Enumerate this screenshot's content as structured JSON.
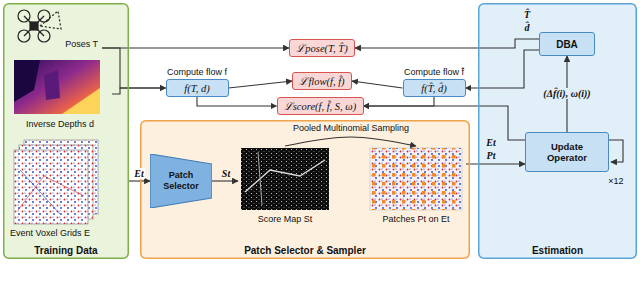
{
  "diagram": {
    "nodes": [
      {
        "text": [
          "Training Data"
        ]
      },
      {
        "text": [
          "Poses T"
        ],
        "in": 0
      },
      {
        "text": [
          "Inverse Depths d"
        ],
        "in": 0
      },
      {
        "text": [
          "Event Voxel Grids E"
        ],
        "in": 0
      },
      {
        "text": [
          "ℒpose(T, T̂)"
        ]
      },
      {
        "text": [
          "Compute flow f",
          "f(T, d)"
        ]
      },
      {
        "text": [
          "ℒflow(f, f̂)"
        ]
      },
      {
        "text": [
          "Compute flow f̂",
          "f(T̂, d̂)"
        ]
      },
      {
        "text": [
          "ℒscore(f, f̂, S, ω)"
        ]
      },
      {
        "text": [
          "Patch Selector & Sampler"
        ]
      },
      {
        "text": [
          "Patch Selector"
        ],
        "in": 9
      },
      {
        "text": [
          "Score Map St"
        ],
        "in": 9
      },
      {
        "text": [
          "Patches Pt on Et"
        ],
        "in": 9
      },
      {
        "text": [
          "Estimation"
        ]
      },
      {
        "text": [
          "DBA"
        ],
        "in": 13
      },
      {
        "text": [
          "Update Operator"
        ],
        "in": 13
      }
    ],
    "edges": [
      {
        "from": 1,
        "to": 4,
        "arrow": "to"
      },
      {
        "from": 1,
        "to": 5,
        "arrow": "to"
      },
      {
        "from": 2,
        "to": 5,
        "arrow": "to"
      },
      {
        "from": 5,
        "to": 6,
        "arrow": "to"
      },
      {
        "from": 7,
        "to": 6,
        "arrow": "to"
      },
      {
        "from": 5,
        "to": 8,
        "arrow": "to"
      },
      {
        "from": 7,
        "to": 8,
        "arrow": "to"
      },
      {
        "from": 15,
        "to": 8,
        "arrow": "to"
      },
      {
        "from": 14,
        "to": 4,
        "arrow": "to"
      },
      {
        "from": 14,
        "to": 7,
        "arrow": "to"
      },
      {
        "from": 3,
        "to": 10,
        "label": "Et",
        "arrow": "to"
      },
      {
        "from": 10,
        "to": 11,
        "label": "St",
        "arrow": "to"
      },
      {
        "from": 11,
        "to": 12,
        "label": "Pooled Multinomial Sampling",
        "arrow": "to"
      },
      {
        "from": 12,
        "to": 15,
        "label": "Pt",
        "arrow": "to"
      },
      {
        "from": 15,
        "to": 14,
        "label": "(Δf̂(i), ω(i))",
        "arrow": "to"
      }
    ],
    "labels": [
      "T̂",
      "d̂",
      "Et",
      "×12"
    ]
  }
}
